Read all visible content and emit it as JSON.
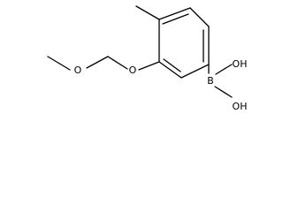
{
  "labels": {
    "methoxy_oxygen": "O",
    "ether_oxygen": "O",
    "boron": "B",
    "hydroxyl_top": "OH",
    "hydroxyl_bottom": "OH"
  }
}
